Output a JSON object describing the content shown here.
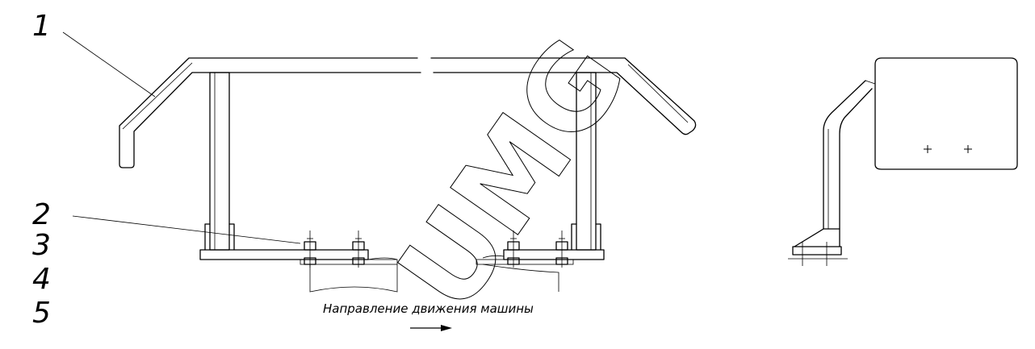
{
  "callouts": {
    "c1": "1",
    "c2": "2",
    "c3": "3",
    "c4": "4",
    "c5": "5"
  },
  "caption": "Направление движения машины",
  "watermark": "UMG"
}
